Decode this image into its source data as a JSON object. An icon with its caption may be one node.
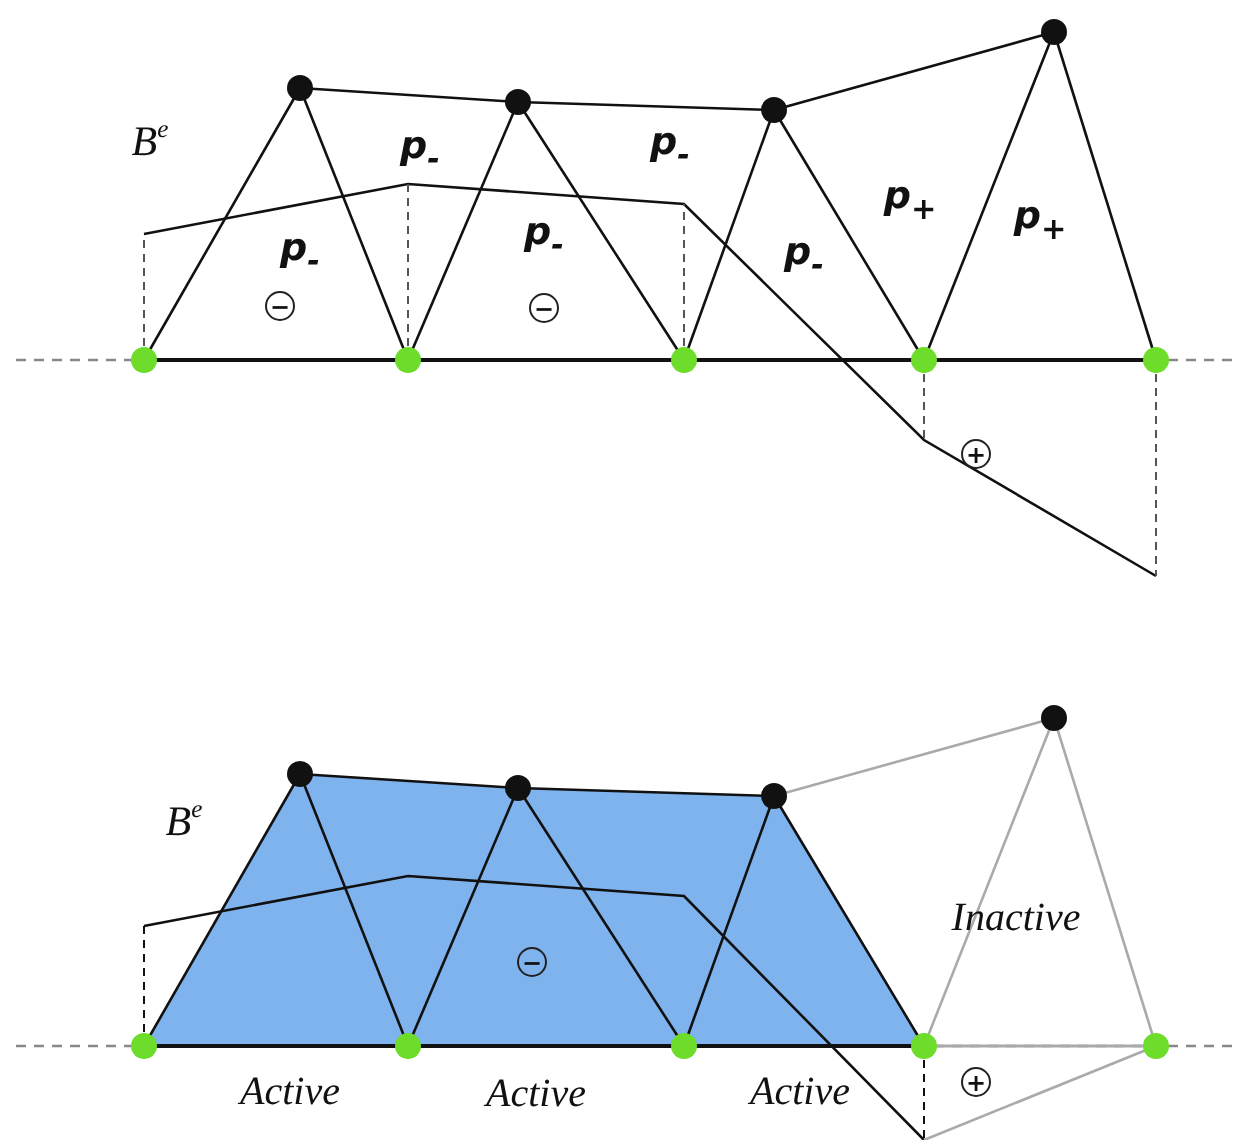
{
  "diagram": {
    "labels": [
      "B$^{e}$",
      "p$_{-}$",
      "p$_{-}$",
      "p$_{+}$",
      "p$_{+}$",
      "p$_{-}$",
      "p$_{-}$",
      "p$_{-}$",
      "−",
      "−",
      "+",
      "B$^{e}$",
      "Inactive",
      "−",
      "Active",
      "Active",
      "Active",
      "+"
    ]
  }
}
